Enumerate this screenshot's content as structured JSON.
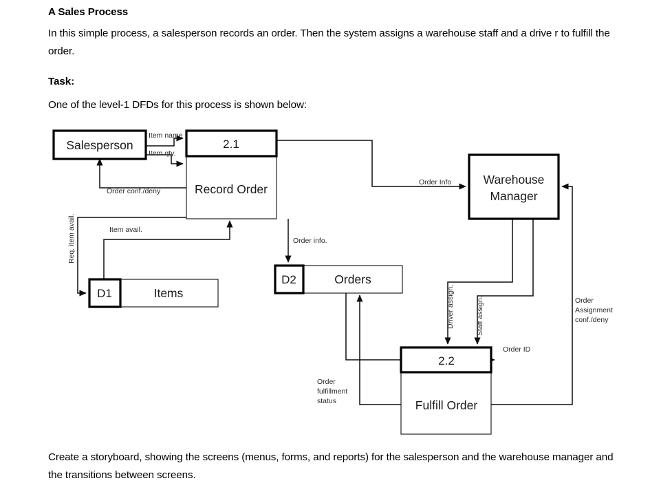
{
  "document": {
    "title": "A Sales Process",
    "intro_paragraph": "In this simple process, a salesperson records an order. Then the system assigns a warehouse staff and a drive r to fulfill the order.",
    "task_label": "Task:",
    "task_paragraph": "One of the level-1 DFDs for this process is shown below:",
    "closing_paragraph": "Create a storyboard, showing the screens (menus, forms, and reports) for the salesperson and the warehouse manager and the transitions between screens."
  },
  "diagram": {
    "type": "data-flow-diagram",
    "level": "level-1",
    "external_entities": [
      {
        "id": "salesperson",
        "label": "Salesperson"
      },
      {
        "id": "warehouse-manager",
        "label": "Warehouse Manager",
        "line1": "Warehouse",
        "line2": "Manager"
      }
    ],
    "processes": [
      {
        "id": "record-order",
        "number": "2.1",
        "label": "Record Order"
      },
      {
        "id": "fulfill-order",
        "number": "2.2",
        "label": "Fulfill Order"
      }
    ],
    "data_stores": [
      {
        "id": "d1",
        "code": "D1",
        "label": "Items"
      },
      {
        "id": "d2",
        "code": "D2",
        "label": "Orders"
      }
    ],
    "flows": [
      {
        "id": "item-name",
        "label": "Item name",
        "from": "salesperson",
        "to": "record-order"
      },
      {
        "id": "item-qty",
        "label": "Item qty.",
        "from": "salesperson",
        "to": "record-order"
      },
      {
        "id": "order-conf-deny",
        "label": "Order conf./deny",
        "from": "record-order",
        "to": "salesperson"
      },
      {
        "id": "req-item-avail",
        "label": "Req. item avail.",
        "from": "record-order",
        "to": "d1",
        "orientation": "vertical"
      },
      {
        "id": "item-avail",
        "label": "Item avail.",
        "from": "d1",
        "to": "record-order"
      },
      {
        "id": "order-info-store",
        "label": "Order info.",
        "from": "record-order",
        "to": "d2"
      },
      {
        "id": "order-info-wm",
        "label": "Order Info",
        "from": "record-order",
        "to": "warehouse-manager"
      },
      {
        "id": "driver-assign",
        "label": "Driver assign.",
        "from": "warehouse-manager",
        "to": "fulfill-order",
        "orientation": "vertical"
      },
      {
        "id": "staff-assign",
        "label": "Staff assign.",
        "from": "warehouse-manager",
        "to": "fulfill-order",
        "orientation": "vertical"
      },
      {
        "id": "order-id",
        "label": "Order ID",
        "from": "d2",
        "to": "fulfill-order"
      },
      {
        "id": "order-assignment-conf-deny",
        "label": "Order Assignment conf./deny",
        "line1": "Order",
        "line2": "Assignment",
        "line3": "conf./deny",
        "from": "fulfill-order",
        "to": "warehouse-manager",
        "orientation": "vertical"
      },
      {
        "id": "order-fulfillment-status",
        "label": "Order fulfillment status",
        "line1": "Order",
        "line2": "fulfillment",
        "line3": "status",
        "from": "fulfill-order",
        "to": "d2"
      }
    ]
  },
  "colors": {
    "page_background": "#ffffff",
    "text": "#000000",
    "shape_stroke": "#000000",
    "flow_stroke": "#0d0d0d",
    "label_text": "#2a2a2a"
  }
}
